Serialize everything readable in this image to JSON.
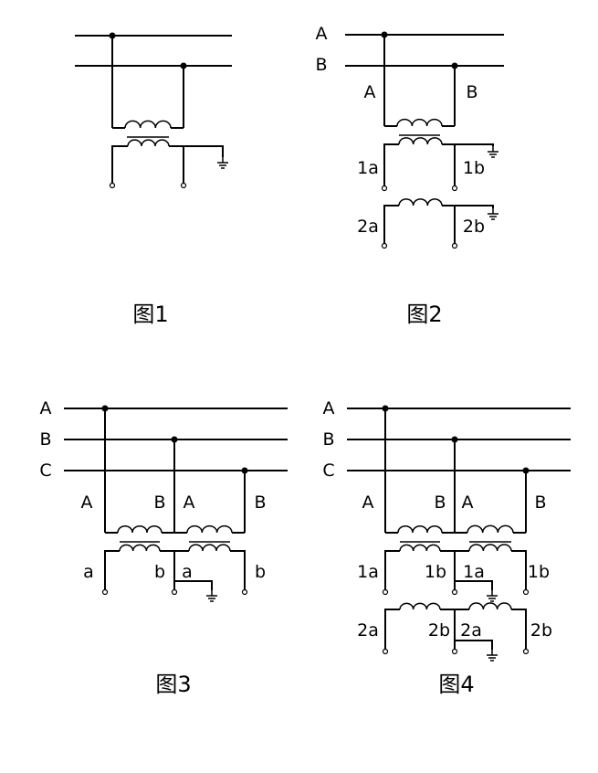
{
  "figures": [
    {
      "caption": "图1",
      "bus_labels": [],
      "labels": []
    },
    {
      "caption": "图2",
      "bus_labels": [
        "A",
        "B"
      ],
      "labels": [
        "A",
        "B",
        "1a",
        "1b",
        "2a",
        "2b"
      ]
    },
    {
      "caption": "图3",
      "bus_labels": [
        "A",
        "B",
        "C"
      ],
      "labels": [
        "A",
        "B",
        "A",
        "B",
        "a",
        "b",
        "a",
        "b"
      ]
    },
    {
      "caption": "图4",
      "bus_labels": [
        "A",
        "B",
        "C"
      ],
      "labels": [
        "A",
        "B",
        "A",
        "B",
        "1a",
        "1b",
        "1a",
        "1b",
        "2a",
        "2b",
        "2a",
        "2b"
      ]
    }
  ]
}
